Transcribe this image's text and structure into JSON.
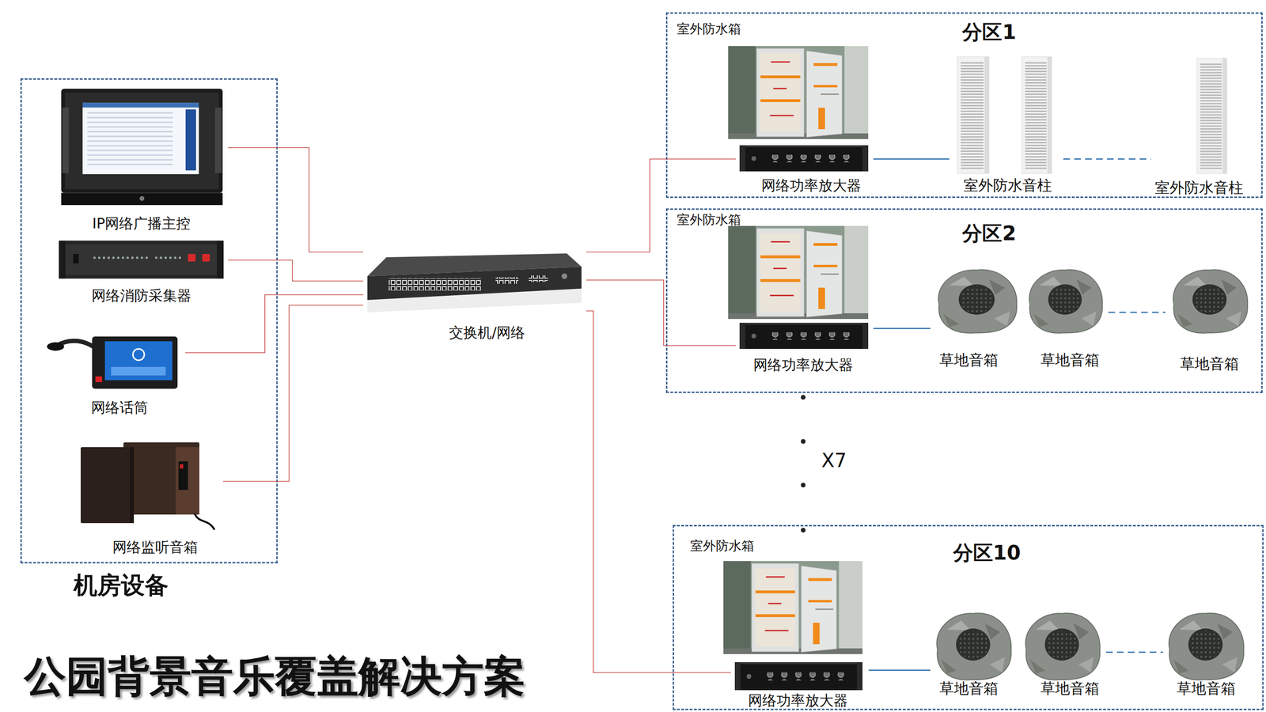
{
  "diagram": {
    "title": "公园背景音乐覆盖解决方案",
    "nodes": [
      {
        "text": [
          "机房设备"
        ]
      },
      {
        "text": [
          "IP网络广播主控"
        ],
        "in": 0
      },
      {
        "text": [
          "网络消防采集器"
        ],
        "in": 0
      },
      {
        "text": [
          "网络话筒"
        ],
        "in": 0
      },
      {
        "text": [
          "网络监听音箱"
        ],
        "in": 0
      },
      {
        "text": [
          "交换机/网络"
        ]
      },
      {
        "text": [
          "分区1"
        ]
      },
      {
        "text": [
          "室外防水箱"
        ],
        "in": 6
      },
      {
        "text": [
          "网络功率放大器"
        ],
        "in": 6
      },
      {
        "text": [
          "室外防水音柱"
        ],
        "in": 6
      },
      {
        "text": [
          "室外防水音柱"
        ],
        "in": 6
      },
      {
        "text": [
          "分区2"
        ]
      },
      {
        "text": [
          "室外防水箱"
        ],
        "in": 11
      },
      {
        "text": [
          "网络功率放大器"
        ],
        "in": 11
      },
      {
        "text": [
          "草地音箱"
        ],
        "in": 11
      },
      {
        "text": [
          "草地音箱"
        ],
        "in": 11
      },
      {
        "text": [
          "草地音箱"
        ],
        "in": 11
      },
      {
        "text": [
          "分区10"
        ]
      },
      {
        "text": [
          "室外防水箱"
        ],
        "in": 17
      },
      {
        "text": [
          "网络功率放大器"
        ],
        "in": 17
      },
      {
        "text": [
          "草地音箱"
        ],
        "in": 17
      },
      {
        "text": [
          "草地音箱"
        ],
        "in": 17
      },
      {
        "text": [
          "草地音箱"
        ],
        "in": 17
      }
    ],
    "edges": [
      {
        "from": 1,
        "to": 5,
        "arrow": "none"
      },
      {
        "from": 2,
        "to": 5,
        "arrow": "none"
      },
      {
        "from": 3,
        "to": 5,
        "arrow": "none"
      },
      {
        "from": 4,
        "to": 5,
        "arrow": "none"
      },
      {
        "from": 5,
        "to": 8,
        "arrow": "none"
      },
      {
        "from": 5,
        "to": 13,
        "arrow": "none"
      },
      {
        "from": 5,
        "to": 19,
        "arrow": "none"
      },
      {
        "from": 8,
        "to": 9,
        "arrow": "none"
      },
      {
        "from": 9,
        "to": 10,
        "arrow": "none"
      },
      {
        "from": 13,
        "to": 14,
        "arrow": "none"
      },
      {
        "from": 15,
        "to": 16,
        "arrow": "none"
      },
      {
        "from": 19,
        "to": 20,
        "arrow": "none"
      },
      {
        "from": 21,
        "to": 22,
        "arrow": "none"
      }
    ],
    "labels": [
      "X7"
    ]
  }
}
